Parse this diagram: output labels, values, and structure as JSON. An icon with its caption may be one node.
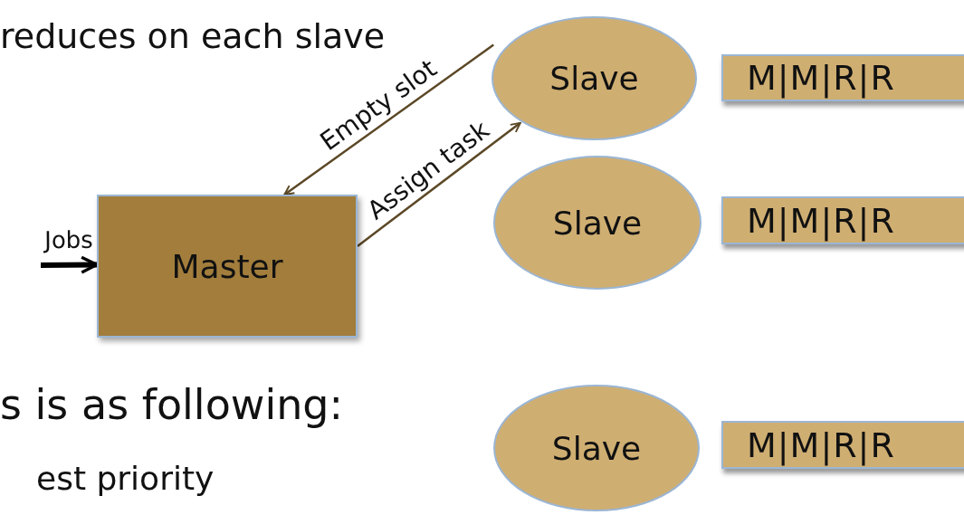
{
  "diagram": {
    "nodes": [
      {
        "text": [
          "Master"
        ]
      },
      {
        "text": [
          "Slave"
        ]
      },
      {
        "text": [
          "M|M|R|R"
        ]
      },
      {
        "text": [
          "Slave"
        ]
      },
      {
        "text": [
          "M|M|R|R"
        ]
      },
      {
        "text": [
          "Slave"
        ]
      },
      {
        "text": [
          "M|M|R|R"
        ]
      }
    ],
    "edges": [
      {
        "from": null,
        "to": 0,
        "arrow": "to",
        "label": "Jobs",
        "style": "thick",
        "color": "#000000"
      },
      {
        "from": 1,
        "to": 0,
        "arrow": "to",
        "label": "Empty slot"
      },
      {
        "from": 0,
        "to": 1,
        "arrow": "to",
        "label": "Assign task"
      }
    ],
    "labels": [
      "reduces on each slave",
      "s is as following:",
      "est priority"
    ]
  }
}
